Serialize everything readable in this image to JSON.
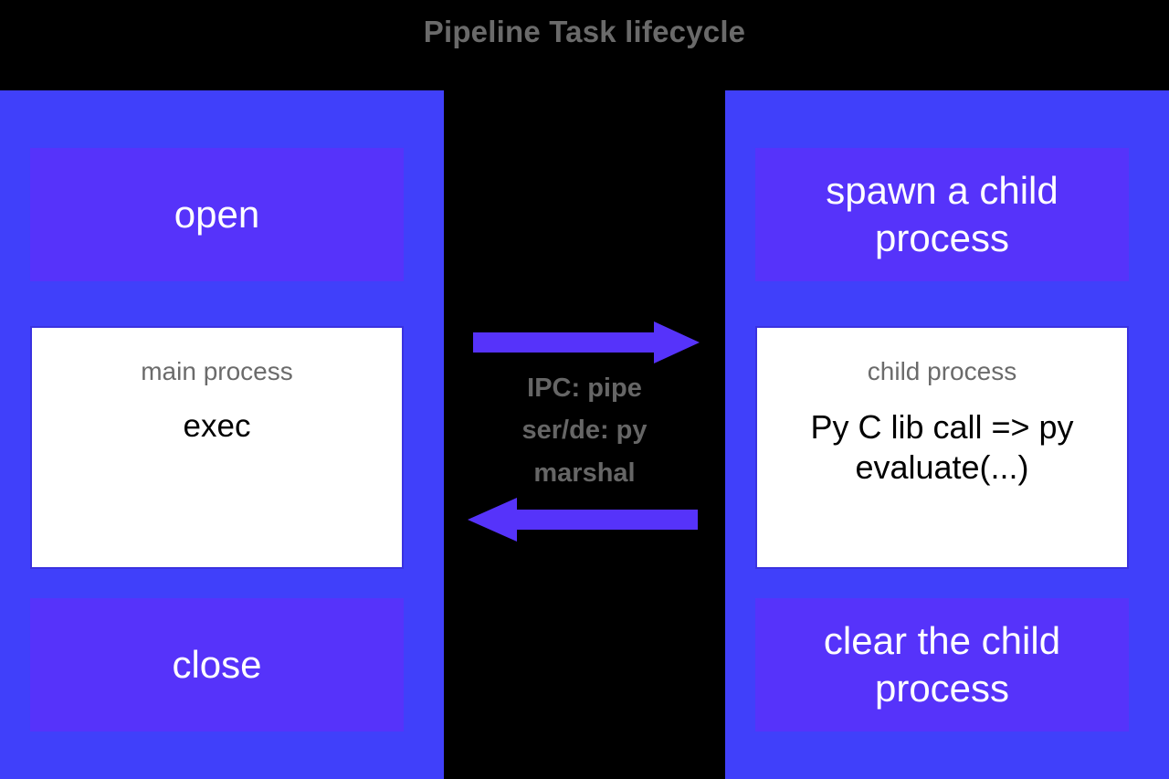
{
  "title": "Pipeline Task lifecycle",
  "colors": {
    "background": "#000000",
    "column": "#4040fa",
    "box": "#5633fa",
    "arrow": "#5633fa",
    "process_box_bg": "#ffffff",
    "process_box_border": "#3a32e0",
    "title_text": "#6a6a6a",
    "caption_text": "#6b6b6b",
    "body_text": "#000000",
    "box_text": "#ffffff"
  },
  "left_column": {
    "top_box": "open",
    "bottom_box": "close",
    "process": {
      "caption": "main process",
      "body": "exec"
    }
  },
  "right_column": {
    "top_box": "spawn a child process",
    "bottom_box": "clear the child process",
    "process": {
      "caption": "child process",
      "body": "Py C lib call => py evaluate(...)"
    }
  },
  "center": {
    "arrow_right_label": "arrow-right",
    "arrow_left_label": "arrow-left",
    "ipc_lines": [
      "IPC: pipe",
      "ser/de: py",
      "marshal"
    ]
  }
}
